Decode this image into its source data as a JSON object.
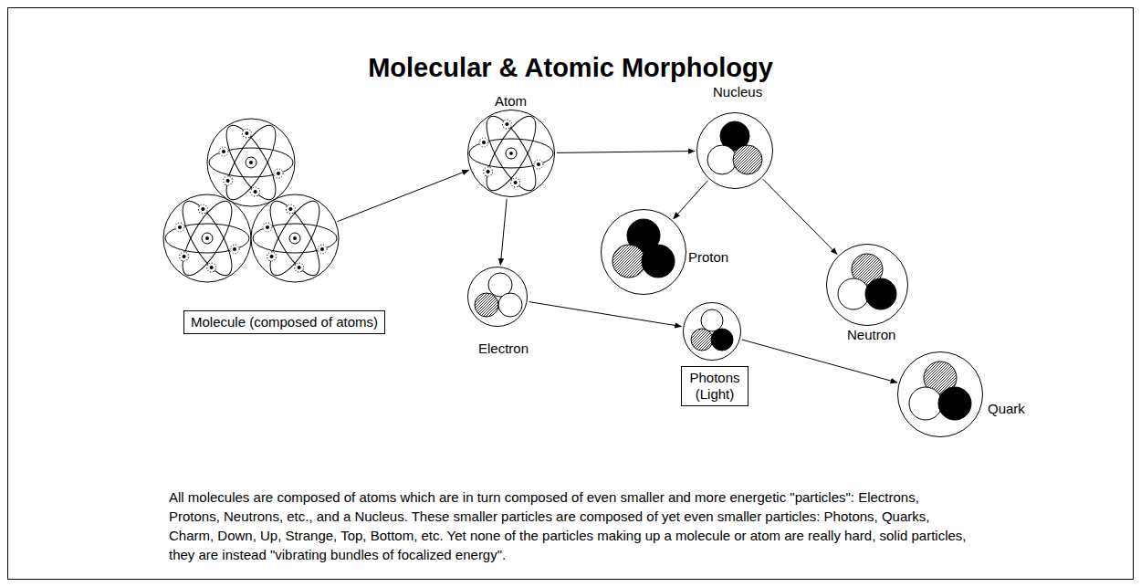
{
  "diagram": {
    "title": "Molecular & Atomic Morphology",
    "caption": "All molecules are composed of atoms which are in turn composed of even smaller and more energetic \"particles\": Electrons, Protons, Neutrons, etc., and a Nucleus. These smaller particles are composed of yet even smaller particles: Photons, Quarks, Charm, Down, Up, Strange, Top, Bottom, etc. Yet none of the particles making up a molecule or atom are really hard, solid particles, they are instead \"vibrating bundles of focalized energy\".",
    "nodes": [
      {
        "text": [
          "Molecule (composed of atoms)"
        ]
      },
      {
        "text": [
          "Atom"
        ]
      },
      {
        "text": [
          "Nucleus"
        ]
      },
      {
        "text": [
          "Proton"
        ]
      },
      {
        "text": [
          "Electron"
        ]
      },
      {
        "text": [
          "Neutron"
        ]
      },
      {
        "text": [
          "Photons (Light)"
        ]
      },
      {
        "text": [
          "Quark"
        ]
      }
    ],
    "edges": [
      {
        "from": 0,
        "to": 1,
        "arrow": "to"
      },
      {
        "from": 1,
        "to": 2,
        "arrow": "to"
      },
      {
        "from": 1,
        "to": 4,
        "arrow": "to"
      },
      {
        "from": 2,
        "to": 3,
        "arrow": "to"
      },
      {
        "from": 2,
        "to": 5,
        "arrow": "to"
      },
      {
        "from": 4,
        "to": 6,
        "arrow": "to"
      },
      {
        "from": 6,
        "to": 7,
        "arrow": "to"
      }
    ]
  }
}
